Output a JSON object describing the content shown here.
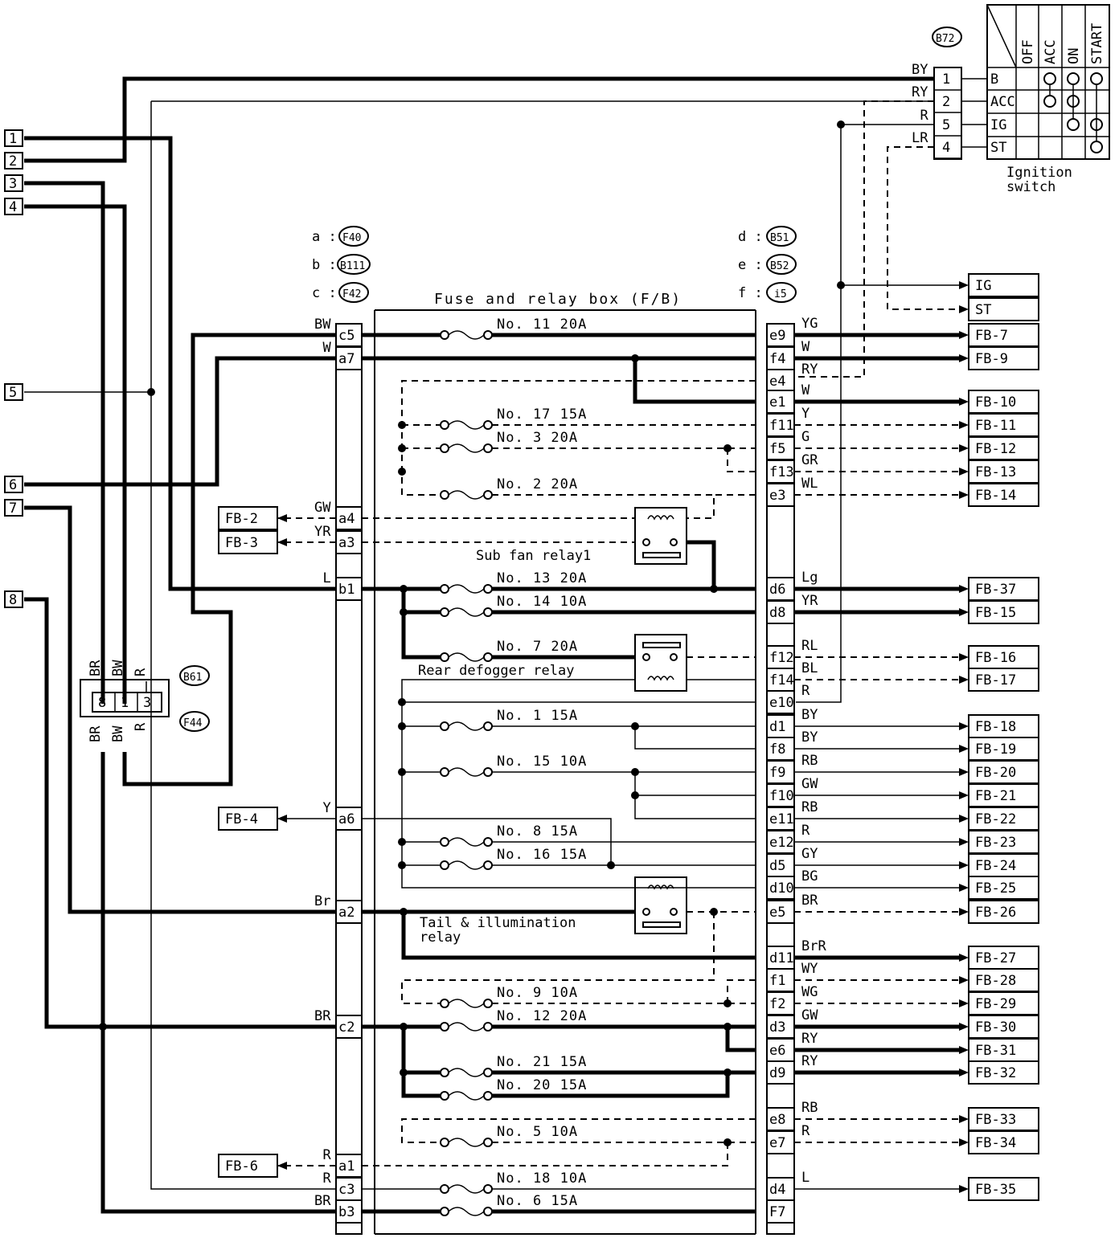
{
  "title": "Fuse and relay box (F/B)",
  "left_terminals": [
    "1",
    "2",
    "3",
    "4",
    "5",
    "6",
    "7",
    "8"
  ],
  "connectors": {
    "a": "F40",
    "b": "B111",
    "c": "F42",
    "d": "B51",
    "e": "B52",
    "f": "i5",
    "ignition": "B72",
    "joint_1": "B61",
    "joint_2": "F44"
  },
  "ignition_switch": {
    "label_line1": "Ignition",
    "label_line2": "switch",
    "columns": [
      "OFF",
      "ACC",
      "ON",
      "START"
    ],
    "rows": [
      {
        "wire": "BY",
        "pin": "1",
        "term": "B"
      },
      {
        "wire": "RY",
        "pin": "2",
        "term": "ACC"
      },
      {
        "wire": "R",
        "pin": "5",
        "term": "IG"
      },
      {
        "wire": "LR",
        "pin": "4",
        "term": "ST"
      }
    ]
  },
  "joint_connector": {
    "top_wires": [
      "BR",
      "BW",
      "R"
    ],
    "pins": [
      "8",
      "1",
      "3"
    ],
    "bottom_wires": [
      "BR",
      "BW",
      "R"
    ]
  },
  "left_pins": [
    {
      "wire": "BW",
      "pin": "c5"
    },
    {
      "wire": "W",
      "pin": "a7"
    },
    {
      "wire": "GW",
      "pin": "a4"
    },
    {
      "wire": "YR",
      "pin": "a3"
    },
    {
      "wire": "L",
      "pin": "b1"
    },
    {
      "wire": "Y",
      "pin": "a6"
    },
    {
      "wire": "Br",
      "pin": "a2"
    },
    {
      "wire": "BR",
      "pin": "c2"
    },
    {
      "wire": "R",
      "pin": "a1"
    },
    {
      "wire": "R",
      "pin": "c3"
    },
    {
      "wire": "BR",
      "pin": "b3"
    }
  ],
  "left_outputs": [
    "FB-2",
    "FB-3",
    "FB-4",
    "FB-6"
  ],
  "fuses": [
    "No. 11  20A",
    "No. 17  15A",
    "No. 3   20A",
    "No. 2   20A",
    "No. 13  20A",
    "No. 14  10A",
    "No. 7   20A",
    "No. 1    15A",
    "No. 15  10A",
    "No. 8    15A",
    "No. 16  15A",
    "No. 9    10A",
    "No. 12  20A",
    "No. 21  15A",
    "No. 20  15A",
    "No. 5    10A",
    "No. 18  10A",
    "No. 6    15A"
  ],
  "relays": {
    "sub_fan": "Sub fan relay1",
    "rear_defogger": "Rear defogger relay",
    "tail_line1": "Tail & illumination",
    "tail_line2": "relay"
  },
  "right_pins": [
    {
      "pin": "e9",
      "wire": "YG",
      "out": "FB-7"
    },
    {
      "pin": "f4",
      "wire": "W",
      "out": "FB-9"
    },
    {
      "pin": "e4",
      "wire": "RY",
      "out": ""
    },
    {
      "pin": "e1",
      "wire": "W",
      "out": "FB-10"
    },
    {
      "pin": "f11",
      "wire": "Y",
      "out": "FB-11"
    },
    {
      "pin": "f5",
      "wire": "G",
      "out": "FB-12"
    },
    {
      "pin": "f13",
      "wire": "GR",
      "out": "FB-13"
    },
    {
      "pin": "e3",
      "wire": "WL",
      "out": "FB-14"
    },
    {
      "pin": "d6",
      "wire": "Lg",
      "out": "FB-37"
    },
    {
      "pin": "d8",
      "wire": "YR",
      "out": "FB-15"
    },
    {
      "pin": "f12",
      "wire": "RL",
      "out": "FB-16"
    },
    {
      "pin": "f14",
      "wire": "BL",
      "out": "FB-17"
    },
    {
      "pin": "e10",
      "wire": "R",
      "out": ""
    },
    {
      "pin": "d1",
      "wire": "BY",
      "out": "FB-18"
    },
    {
      "pin": "f8",
      "wire": "BY",
      "out": "FB-19"
    },
    {
      "pin": "f9",
      "wire": "RB",
      "out": "FB-20"
    },
    {
      "pin": "f10",
      "wire": "GW",
      "out": "FB-21"
    },
    {
      "pin": "e11",
      "wire": "RB",
      "out": "FB-22"
    },
    {
      "pin": "e12",
      "wire": "R",
      "out": "FB-23"
    },
    {
      "pin": "d5",
      "wire": "GY",
      "out": "FB-24"
    },
    {
      "pin": "d10",
      "wire": "BG",
      "out": "FB-25"
    },
    {
      "pin": "e5",
      "wire": "BR",
      "out": "FB-26"
    },
    {
      "pin": "d11",
      "wire": "BrR",
      "out": "FB-27"
    },
    {
      "pin": "f1",
      "wire": "WY",
      "out": "FB-28"
    },
    {
      "pin": "f2",
      "wire": "WG",
      "out": "FB-29"
    },
    {
      "pin": "d3",
      "wire": "GW",
      "out": "FB-30"
    },
    {
      "pin": "e6",
      "wire": "RY",
      "out": "FB-31"
    },
    {
      "pin": "d9",
      "wire": "RY",
      "out": "FB-32"
    },
    {
      "pin": "e8",
      "wire": "RB",
      "out": "FB-33"
    },
    {
      "pin": "e7",
      "wire": "R",
      "out": "FB-34"
    },
    {
      "pin": "d4",
      "wire": "L",
      "out": "FB-35"
    },
    {
      "pin": "F7",
      "wire": "",
      "out": ""
    }
  ],
  "top_outputs": [
    "IG",
    "ST"
  ]
}
